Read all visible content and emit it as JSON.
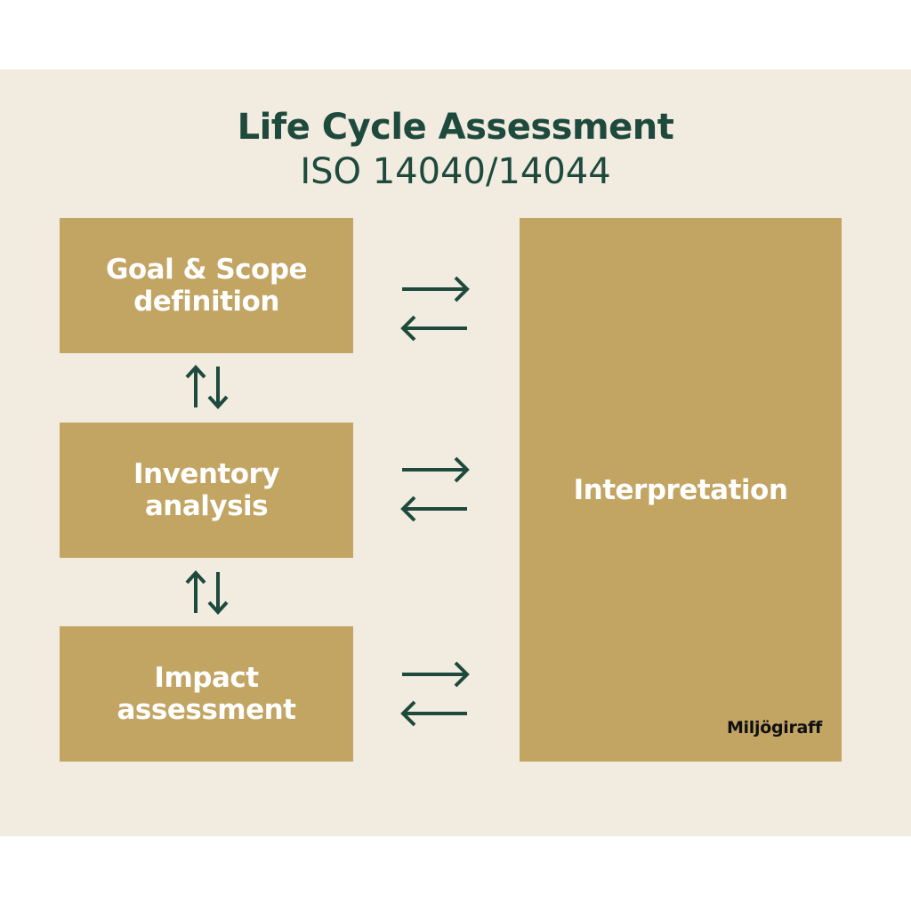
{
  "title": "Life Cycle Assessment",
  "subtitle": "ISO 14040/14044",
  "boxes": {
    "goal": [
      "Goal & Scope",
      "definition"
    ],
    "inventory": [
      "Inventory",
      "analysis"
    ],
    "impact": [
      "Impact",
      "assessment"
    ],
    "interpretation": "Interpretation"
  },
  "logo": "Miljögiraff",
  "colors": {
    "background": "#f2ebe0",
    "box": "#c2a463",
    "accent": "#1e4a3e"
  }
}
